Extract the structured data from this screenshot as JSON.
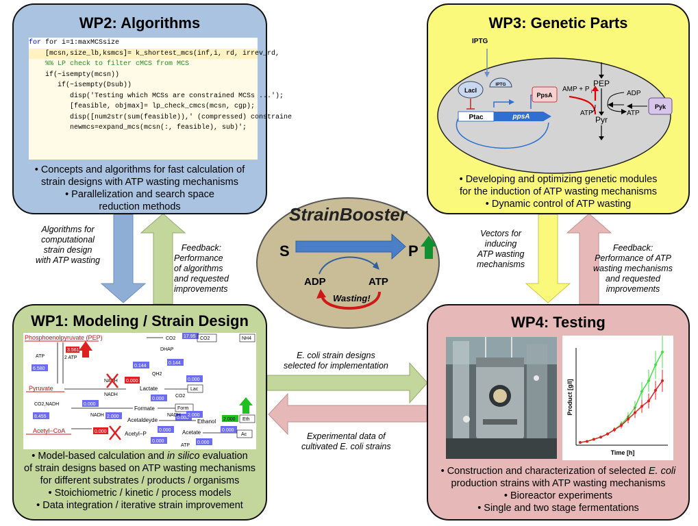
{
  "wp2": {
    "title": "WP2: Algorithms",
    "code_lines": [
      "for i=1:maxMCSsize",
      "    [mcsn,size_lb,ksmcs]= k_shortest_mcs(inf,i, rd, irrev_rd,",
      "",
      "    %% LP check to filter cMCS from MCS",
      "    if(~isempty(mcsn))",
      "       if(~isempty(Dsub))",
      "          disp('Testing which MCSs are constrained MCSs ...');",
      "          [feasible, objmax]= lp_check_cmcs(mcsn, cgp);",
      "          disp([num2str(sum(feasible)),' (compressed) constraine",
      "          newmcs=expand_mcs(mcsn(:, feasible), sub)';"
    ],
    "bullets": [
      "• Concepts and algorithms for fast calculation of",
      "strain designs with ATP wasting mechanisms",
      "• Parallelization and search space",
      "reduction methods"
    ]
  },
  "wp3": {
    "title": "WP3: Genetic Parts",
    "labels": {
      "iptg_top": "IPTG",
      "laci": "LacI",
      "iptg_small": "IPTG",
      "ptac": "Ptac",
      "ppsa_gene": "ppsA",
      "ppsa_protein": "PpsA",
      "amp_pi": "AMP + P",
      "pi_sub": "i",
      "pep": "PEP",
      "pyr": "Pyr",
      "atp_left": "ATP",
      "adp_right": "ADP",
      "atp_right": "ATP",
      "pyk": "Pyk"
    },
    "bullets": [
      "• Developing and optimizing genetic modules",
      "for the induction of ATP wasting mechanisms",
      "• Dynamic control of ATP wasting"
    ]
  },
  "wp1": {
    "title": "WP1: Modeling / Strain Design",
    "bullets_line1_pre": "• Model-based calculation and ",
    "bullets_line1_em": "in silico",
    "bullets_line1_post": " evaluation",
    "bullets": [
      "of strain designs based on ATP wasting mechanisms",
      "for different substrates / products / organisms",
      "• Stoichiometric / kinetic / process models",
      "• Data integration / iterative strain improvement"
    ],
    "map": {
      "pep": "Phosphoenolpyruvate (PEP)",
      "co2_a": "CO2",
      "co2_box_val": "17.95",
      "co2_box": "CO2",
      "nh4": "NH4",
      "atp": "ATP",
      "two_atp": "2 ATP",
      "val_3561": "3.561",
      "val_6580": "6.580",
      "val_0144a": "0.144",
      "dhap": "DHAP",
      "val_0144b": "0.144",
      "qh2": "QH2",
      "nadh_a": "NADH",
      "val_0000red": "0.000",
      "val_0000a": "0.000",
      "pyruvate": "Pyruvate",
      "nadh_b": "NADH",
      "lactate": "Lactate",
      "lac": "Lac",
      "co2_b": "CO2",
      "val_0000b": "0.000",
      "val_0000c": "0.000",
      "co2nadh": "CO2,NADH",
      "formate": "Formate",
      "form": "Form",
      "val_0000d": "0.000",
      "val_8455": "8.455",
      "nadh_c": "NADH",
      "val_2000a": "2.000",
      "acetaldehyde": "Acetaldeyde",
      "nadh_d": "NADH",
      "val_2000b": "2.000",
      "ethanol": "Ethanol",
      "val_2000green": "2.000",
      "eth": "Eth",
      "acetylcoa": "Acetyl−CoA",
      "val_0000red2": "0.000",
      "acetylp": "Acetyl−P",
      "val_0000e": "0.000",
      "val_0000f": "0.000",
      "acetate": "Acetate",
      "val_0000g": "0.000",
      "ac": "Ac",
      "val_0000h": "0.000",
      "atp_b": "ATP"
    }
  },
  "wp4": {
    "title": "WP4: Testing",
    "chart": {
      "ylabel": "Product [g/l]",
      "xlabel": "Time [h]"
    },
    "bullets_line1_pre": "• Construction and characterization of selected ",
    "bullets_line1_em": "E. coli",
    "bullets": [
      "production strains with ATP wasting mechanisms",
      "• Bioreactor experiments",
      "• Single and two stage fermentations"
    ]
  },
  "center": {
    "title": "StrainBooster",
    "s": "S",
    "p": "P",
    "adp": "ADP",
    "atp": "ATP",
    "wasting": "Wasting!"
  },
  "annotations": {
    "wp2_to_wp1": [
      "Algorithms  for",
      "computational",
      "strain design",
      "with ATP wasting"
    ],
    "wp1_to_wp2": [
      "Feedback:",
      "Performance",
      "of algorithms",
      "and requested",
      "improvements"
    ],
    "wp3_to_wp4": [
      "Vectors for",
      "inducing",
      "ATP wasting",
      "mechanisms"
    ],
    "wp4_to_wp3": [
      "Feedback:",
      "Performance  of ATP",
      "wasting mechanisms",
      "and requested",
      "improvements"
    ],
    "wp1_to_wp4": [
      "E. coli strain designs",
      "selected for implementation"
    ],
    "wp4_to_wp1": [
      "Experimental  data of",
      "cultivated  E. coli strains"
    ]
  },
  "colors": {
    "wp2_bg": "#a9c3e0",
    "wp3_bg": "#fbf97c",
    "wp1_bg": "#c3d69b",
    "wp4_bg": "#e6b9b8",
    "center_bg": "#c9bd97"
  },
  "chart_data": {
    "type": "line",
    "xlabel": "Time [h]",
    "ylabel": "Product [g/l]",
    "grid": false,
    "series": [
      {
        "x": [
          0,
          1,
          2,
          3,
          4,
          5,
          6,
          7,
          8,
          9,
          10,
          11,
          12
        ],
        "values": [
          0,
          0.1,
          0.3,
          0.5,
          0.8,
          1.2,
          1.7,
          2.4,
          3.3,
          4.8,
          5.8,
          7.3,
          8.5
        ],
        "color": "#44dd44"
      },
      {
        "x": [
          0,
          1,
          2,
          3,
          4,
          5,
          6,
          7,
          8,
          9,
          10,
          11,
          12
        ],
        "values": [
          0,
          0.1,
          0.3,
          0.5,
          0.8,
          1.2,
          1.6,
          2.2,
          2.8,
          3.4,
          3.9,
          4.9,
          5.8
        ],
        "color": "#e02020"
      }
    ]
  }
}
